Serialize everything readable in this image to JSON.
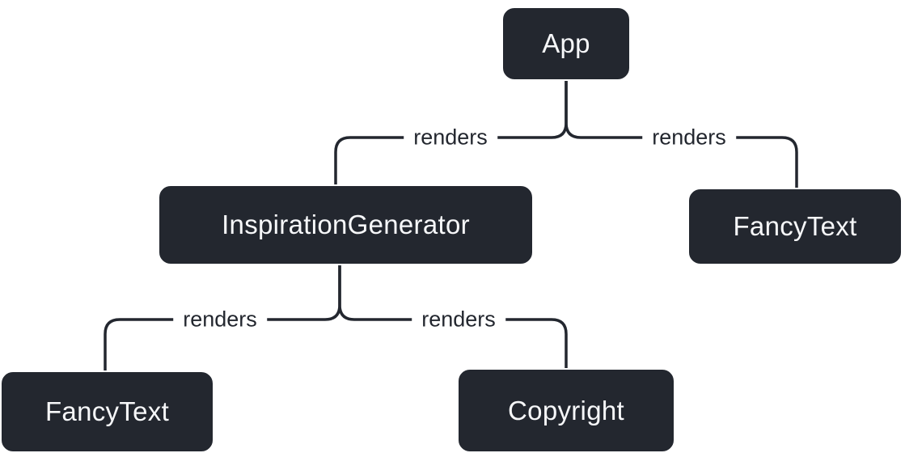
{
  "diagram": {
    "colors": {
      "node_background": "#23272f",
      "node_text": "#f6f7f9",
      "connector_line": "#23272f",
      "edge_label_text": "#23272f",
      "background": "#ffffff"
    },
    "nodes": [
      {
        "id": "app",
        "label": "App"
      },
      {
        "id": "inspiration-generator",
        "label": "InspirationGenerator"
      },
      {
        "id": "fancy-text-right",
        "label": "FancyText"
      },
      {
        "id": "fancy-text-left",
        "label": "FancyText"
      },
      {
        "id": "copyright",
        "label": "Copyright"
      }
    ],
    "edges": [
      {
        "from": "App",
        "to": "InspirationGenerator",
        "label": "renders"
      },
      {
        "from": "App",
        "to": "FancyText",
        "label": "renders"
      },
      {
        "from": "InspirationGenerator",
        "to": "FancyText",
        "label": "renders"
      },
      {
        "from": "InspirationGenerator",
        "to": "Copyright",
        "label": "renders"
      }
    ]
  }
}
